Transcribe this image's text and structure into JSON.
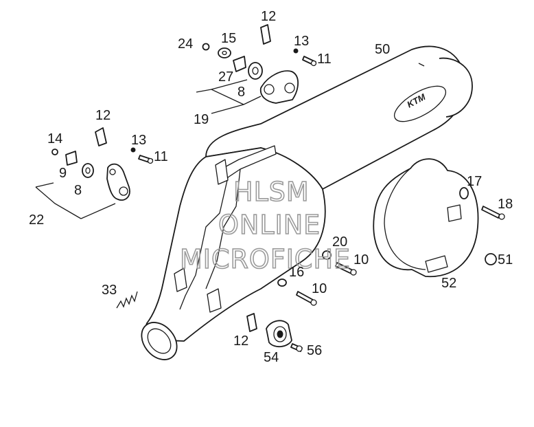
{
  "watermark": {
    "line1": "HLSM",
    "line2": "ONLINE",
    "line3": "MICROFICHE"
  },
  "brand_logo_text": "KTM",
  "callouts": {
    "c12a": "12",
    "c24": "24",
    "c15": "15",
    "c13a": "13",
    "c11a": "11",
    "c50": "50",
    "c27": "27",
    "c8a": "8",
    "c19": "19",
    "c12b": "12",
    "c14": "14",
    "c13b": "13",
    "c11b": "11",
    "c9": "9",
    "c8b": "8",
    "c22": "22",
    "c17": "17",
    "c18": "18",
    "c20": "20",
    "c10a": "10",
    "c51": "51",
    "c16": "16",
    "c10b": "10",
    "c52": "52",
    "c33": "33",
    "c12c": "12",
    "c54": "54",
    "c56": "56"
  }
}
